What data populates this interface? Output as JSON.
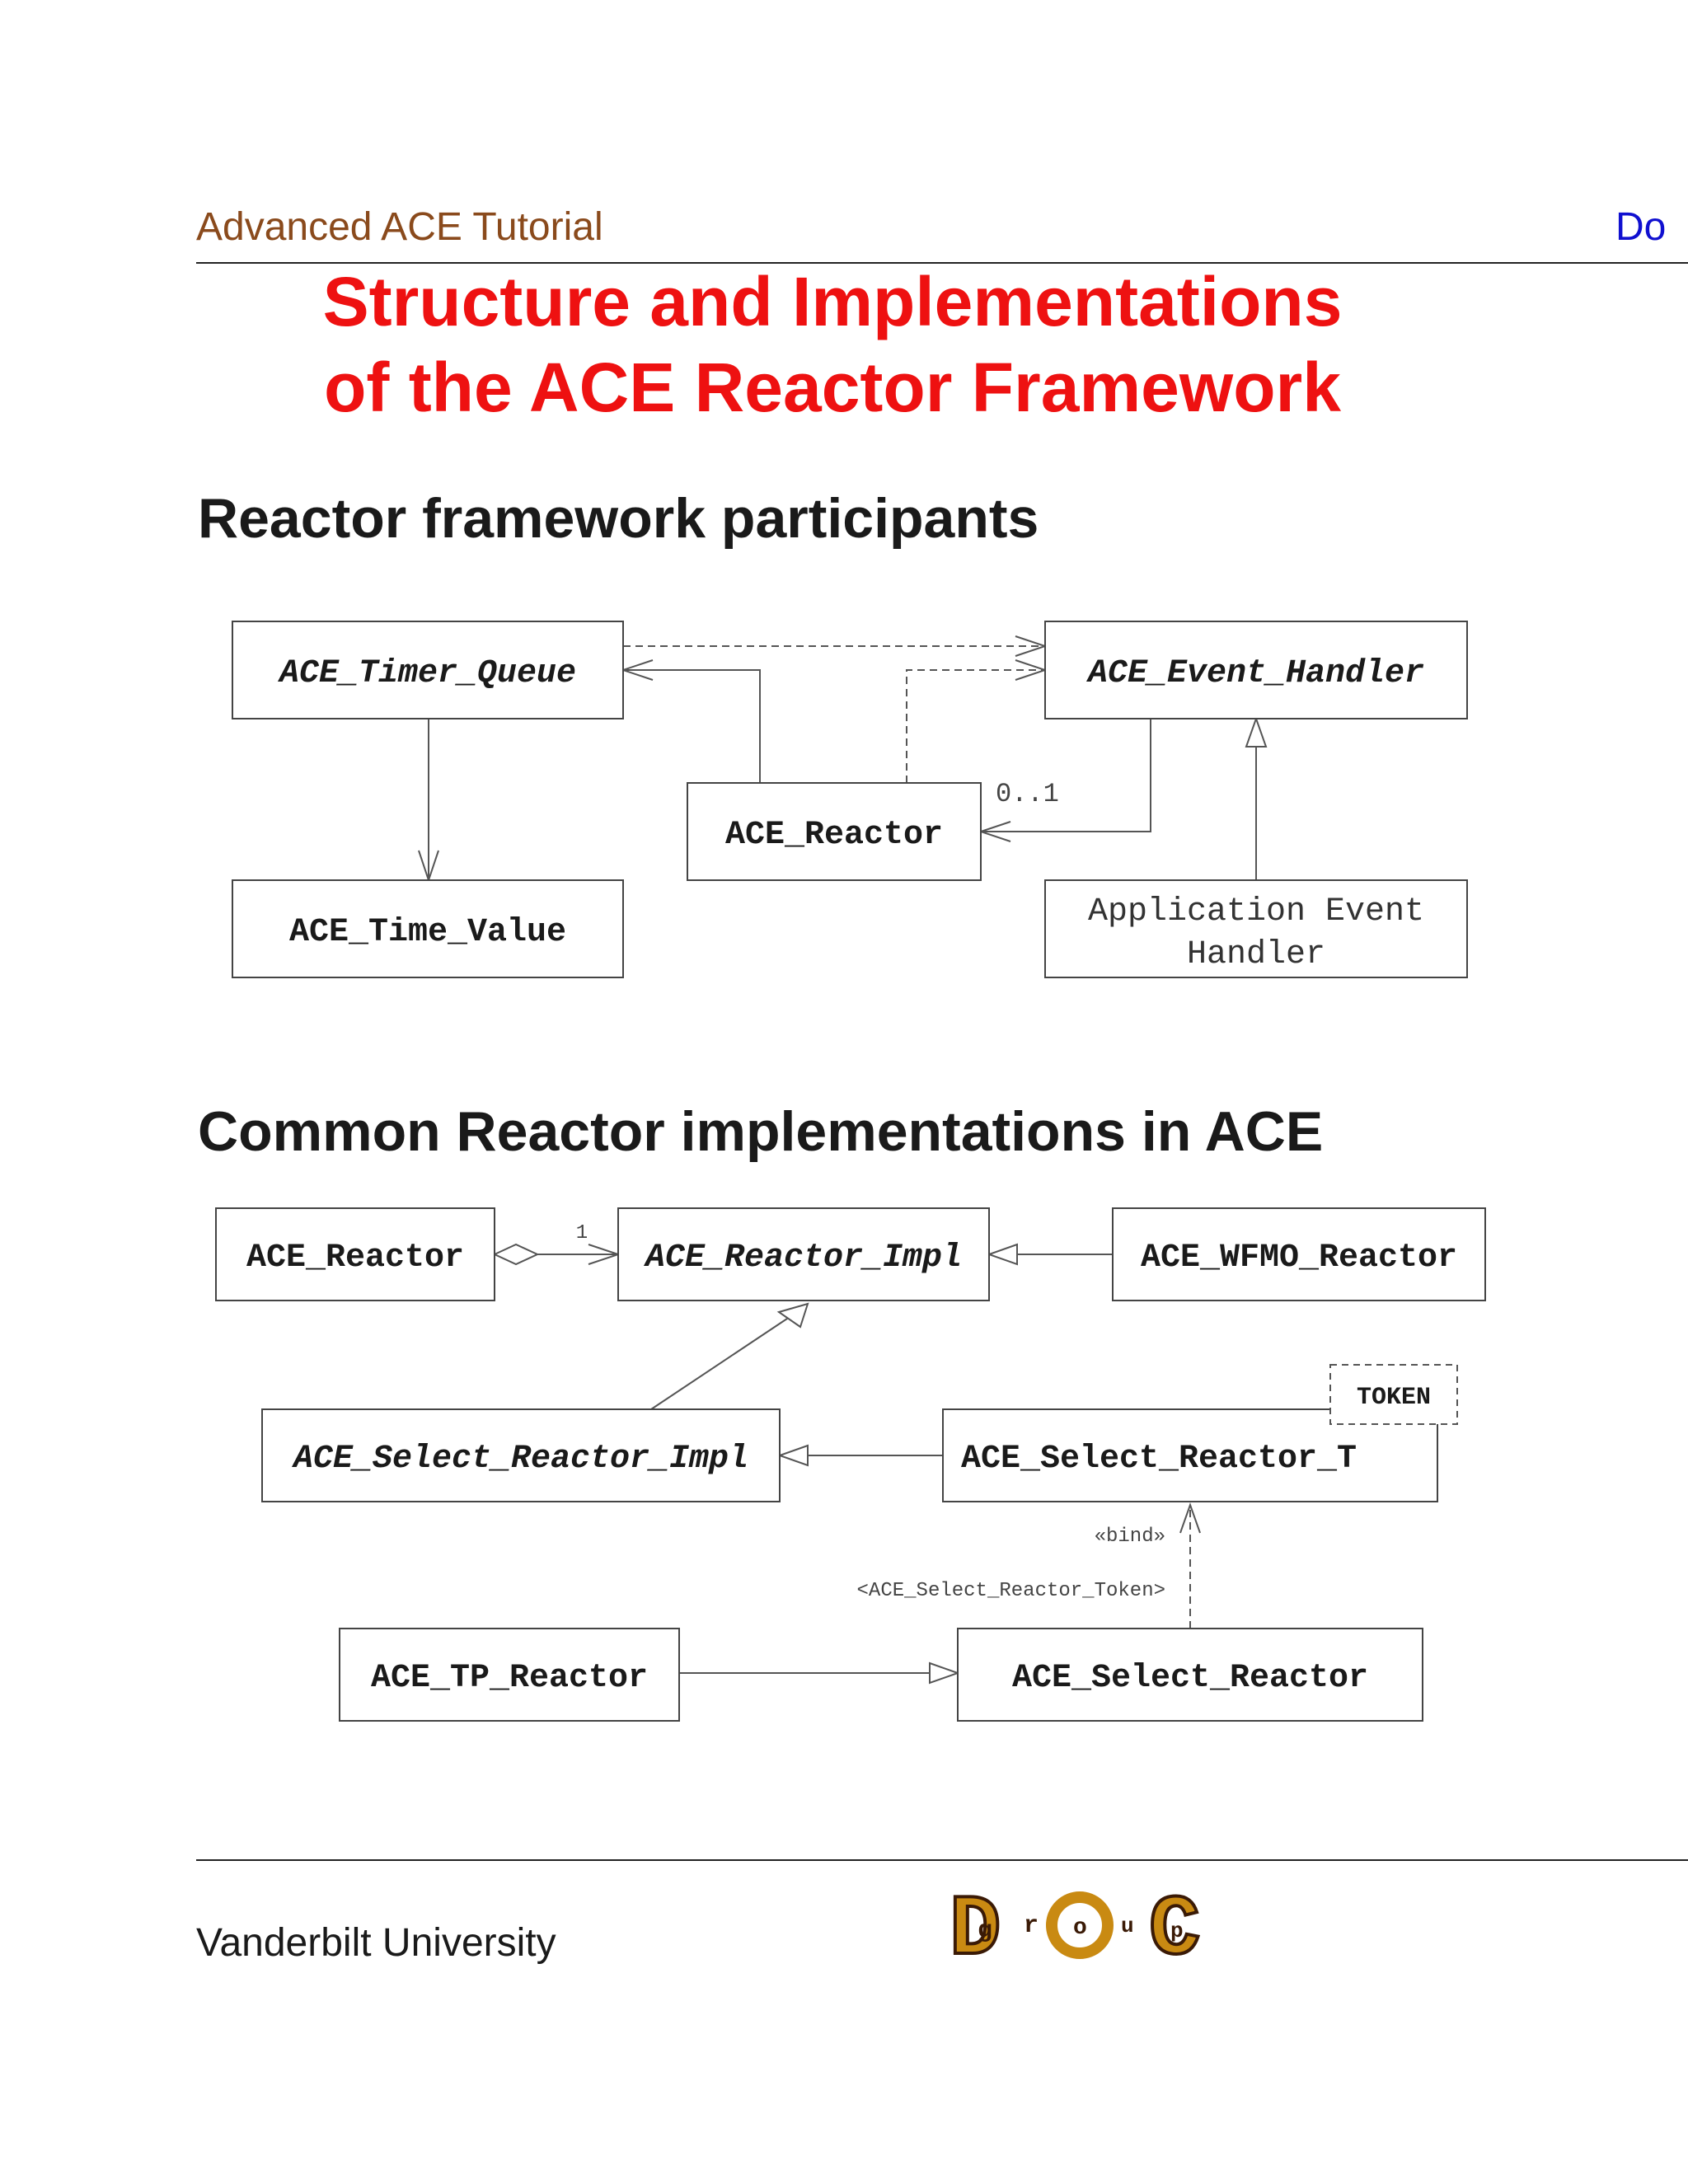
{
  "header": {
    "left": "Advanced ACE Tutorial",
    "right": "Do"
  },
  "title": {
    "line1": "Structure and Implementations",
    "line2": "of the ACE Reactor Framework"
  },
  "section1": {
    "heading": "Reactor framework participants",
    "classes": {
      "timer_queue": "ACE_Timer_Queue",
      "event_handler": "ACE_Event_Handler",
      "reactor": "ACE_Reactor",
      "time_value": "ACE_Time_Value",
      "app_handler_line1": "Application Event",
      "app_handler_line2": "Handler"
    },
    "multiplicity": "0..1"
  },
  "section2": {
    "heading": "Common Reactor implementations in ACE",
    "classes": {
      "reactor": "ACE_Reactor",
      "reactor_impl": "ACE_Reactor_Impl",
      "wfmo_reactor": "ACE_WFMO_Reactor",
      "select_reactor_impl": "ACE_Select_Reactor_Impl",
      "select_reactor_t": "ACE_Select_Reactor_T",
      "tp_reactor": "ACE_TP_Reactor",
      "select_reactor": "ACE_Select_Reactor"
    },
    "multiplicity": "1",
    "template_param": "TOKEN",
    "bind_stereotype": "«bind»",
    "bind_arg": "<ACE_Select_Reactor_Token>"
  },
  "footer": {
    "left": "Vanderbilt University",
    "logo_letters": [
      "D",
      "g",
      "r",
      "o",
      "u",
      "p",
      "C"
    ]
  },
  "colors": {
    "header_left": "#8a4a1c",
    "header_right": "#1010d0",
    "title": "#ee1111",
    "logo_primary": "#c98a12",
    "logo_dark": "#3a1a06"
  }
}
